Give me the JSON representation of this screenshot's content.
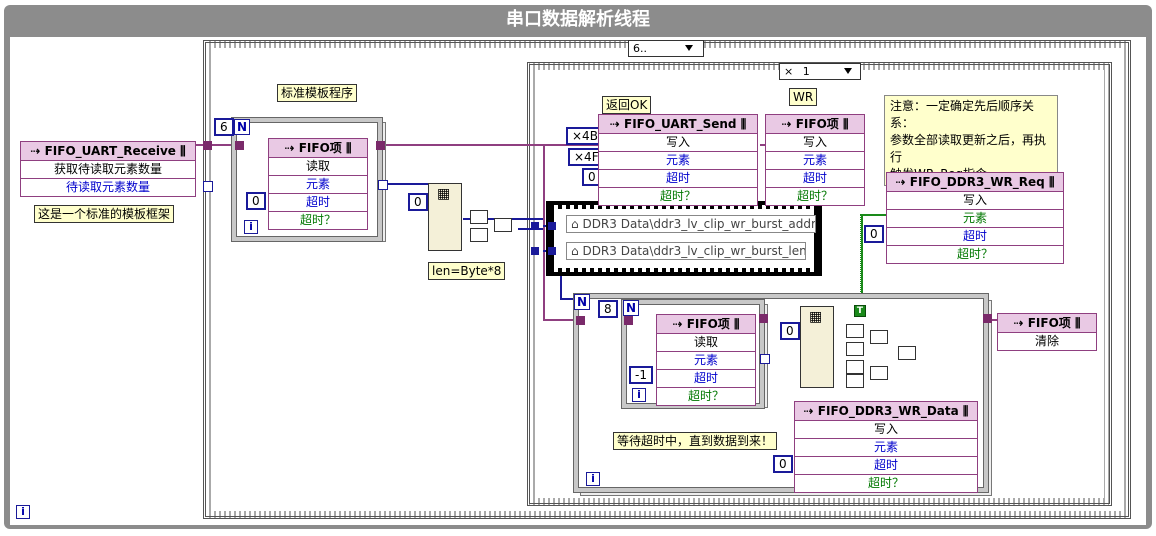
{
  "window": {
    "title": "串口数据解析线程"
  },
  "outer_selector": {
    "value": "6.."
  },
  "inner_selector": {
    "value": "1",
    "prefix": "×"
  },
  "labels": {
    "template_program": "标准模板程序",
    "template_frame": "这是一个标准的模板框架",
    "len_expr": "len=Byte*8",
    "return_ok": "返回OK",
    "wr": "WR",
    "wait_msg": "等待超时中，直到数据到来！",
    "note_line1": "注意：一定确定先后顺序关系：",
    "note_line2": "参数全部读取更新之后，再执行",
    "note_line3": "触发WR_Req指令"
  },
  "nodes": {
    "uart_receive": {
      "title": "FIFO_UART_Receive",
      "rows": [
        "获取待读取元素数量",
        "待读取元素数量"
      ]
    },
    "fifo_read1": {
      "title": "FIFO项",
      "rows": [
        "读取",
        "元素",
        "超时",
        "超时？"
      ]
    },
    "uart_send": {
      "title": "FIFO_UART_Send",
      "rows": [
        "写入",
        "元素",
        "超时",
        "超时？"
      ]
    },
    "fifo_write": {
      "title": "FIFO项",
      "rows": [
        "写入",
        "元素",
        "超时",
        "超时？"
      ]
    },
    "ddr3_wr_req": {
      "title": "FIFO_DDR3_WR_Req",
      "rows": [
        "写入",
        "元素",
        "超时",
        "超时？"
      ]
    },
    "fifo_read2": {
      "title": "FIFO项",
      "rows": [
        "读取",
        "元素",
        "超时",
        "超时？"
      ]
    },
    "fifo_clear": {
      "title": "FIFO项",
      "rows": [
        "清除"
      ]
    },
    "ddr3_wr_data": {
      "title": "FIFO_DDR3_WR_Data",
      "rows": [
        "写入",
        "元素",
        "超时",
        "超时？"
      ]
    }
  },
  "constants": {
    "c6": "6",
    "c0a": "0",
    "c0b": "0",
    "c4b": "×4B",
    "c4f": "×4F",
    "c0c": "0",
    "c0d": "0",
    "c8": "8",
    "cm1": "-1",
    "c0e": "0",
    "c0f": "0"
  },
  "refs": {
    "addr": "DDR3 Data\\ddr3_lv_clip_wr_burst_addr",
    "len": "DDR3 Data\\ddr3_lv_clip_wr_burst_len"
  },
  "loop_terms": {
    "n": "N",
    "i": "i"
  },
  "colors": {
    "fifo_wire": "#8f3f80",
    "int_wire": "#1a1a99",
    "bool_wire": "#1a8a1a",
    "header": "#e9c9e4"
  }
}
